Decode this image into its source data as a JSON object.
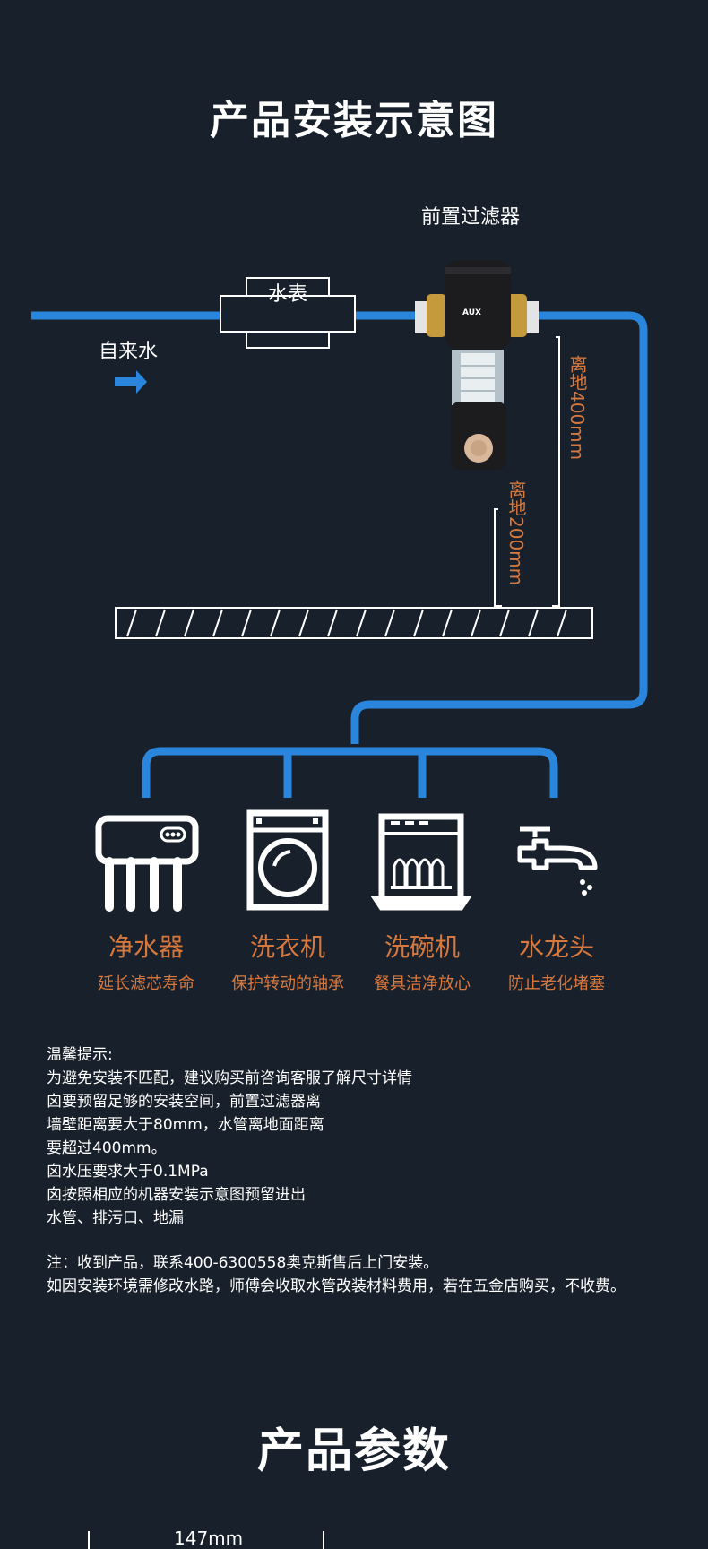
{
  "install": {
    "title": "产品安装示意图",
    "filter_label": "前置过滤器",
    "meter_label": "水表",
    "tap_water_label": "自来水",
    "filter_brand": "AUX",
    "height_400": "离地400mm",
    "height_200": "离地200mm",
    "colors": {
      "pipe": "#2a86dc",
      "accent": "#d9783d",
      "background": "#18212b"
    }
  },
  "devices": [
    {
      "name": "净水器",
      "desc": "延长滤芯寿命",
      "icon": "water-purifier-icon"
    },
    {
      "name": "洗衣机",
      "desc": "保护转动的轴承",
      "icon": "washing-machine-icon"
    },
    {
      "name": "洗碗机",
      "desc": "餐具洁净放心",
      "icon": "dishwasher-icon"
    },
    {
      "name": "水龙头",
      "desc": "防止老化堵塞",
      "icon": "faucet-icon"
    }
  ],
  "tips": {
    "heading": "温馨提示:",
    "lines": [
      "为避免安装不匹配，建议购买前咨询客服了解尺寸详情",
      "囟要预留足够的安装空间，前置过滤器离",
      "墙壁距离要大于80mm，水管离地面距离",
      "要超过400mm。",
      "囟水压要求大于0.1MPa",
      "囟按照相应的机器安装示意图预留进出",
      "水管、排污口、地漏"
    ],
    "note1": "注：收到产品，联系400-6300558奥克斯售后上门安装。",
    "note2": "如因安装环境需修改水路，师傅会收取水管改装材料费用，若在五金店购买，不收费。"
  },
  "params": {
    "title": "产品参数",
    "dimension": "147mm"
  }
}
